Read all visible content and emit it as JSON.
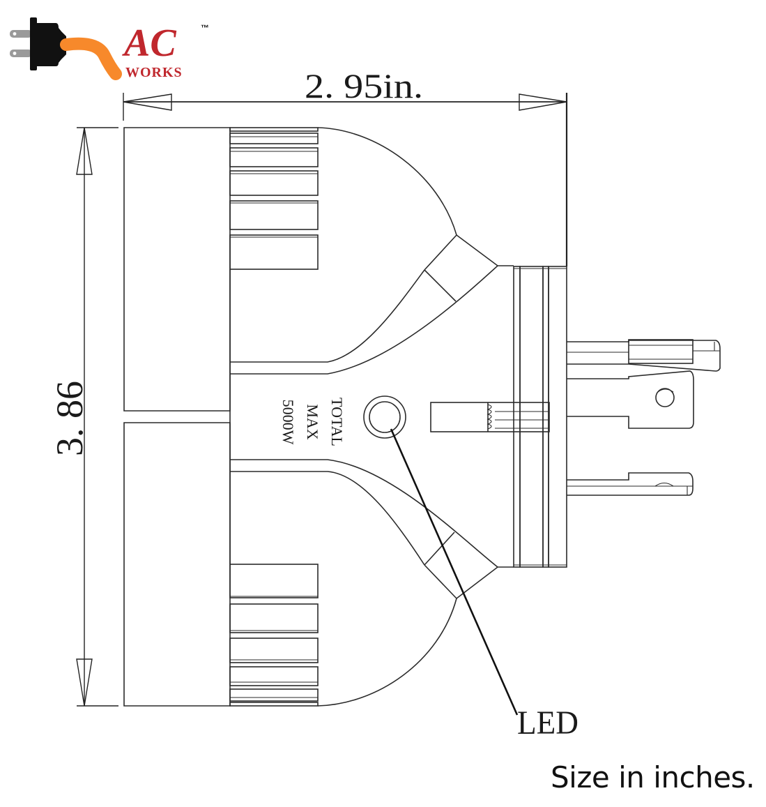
{
  "logo": {
    "brand_main": "AC",
    "brand_sub": "WORKS",
    "trademark": "™",
    "colors": {
      "brand_red": "#c0272d",
      "cord_orange": "#f7892b",
      "plug_black": "#111111",
      "prong_gray": "#9a9a9a"
    }
  },
  "dimensions": {
    "width_label": "2. 95in.",
    "height_label": "3. 86"
  },
  "body_labels": {
    "line1": "TOTAL",
    "line2": "MAX",
    "line3": "5000W"
  },
  "callouts": {
    "led": "LED"
  },
  "caption": "Size in inches."
}
